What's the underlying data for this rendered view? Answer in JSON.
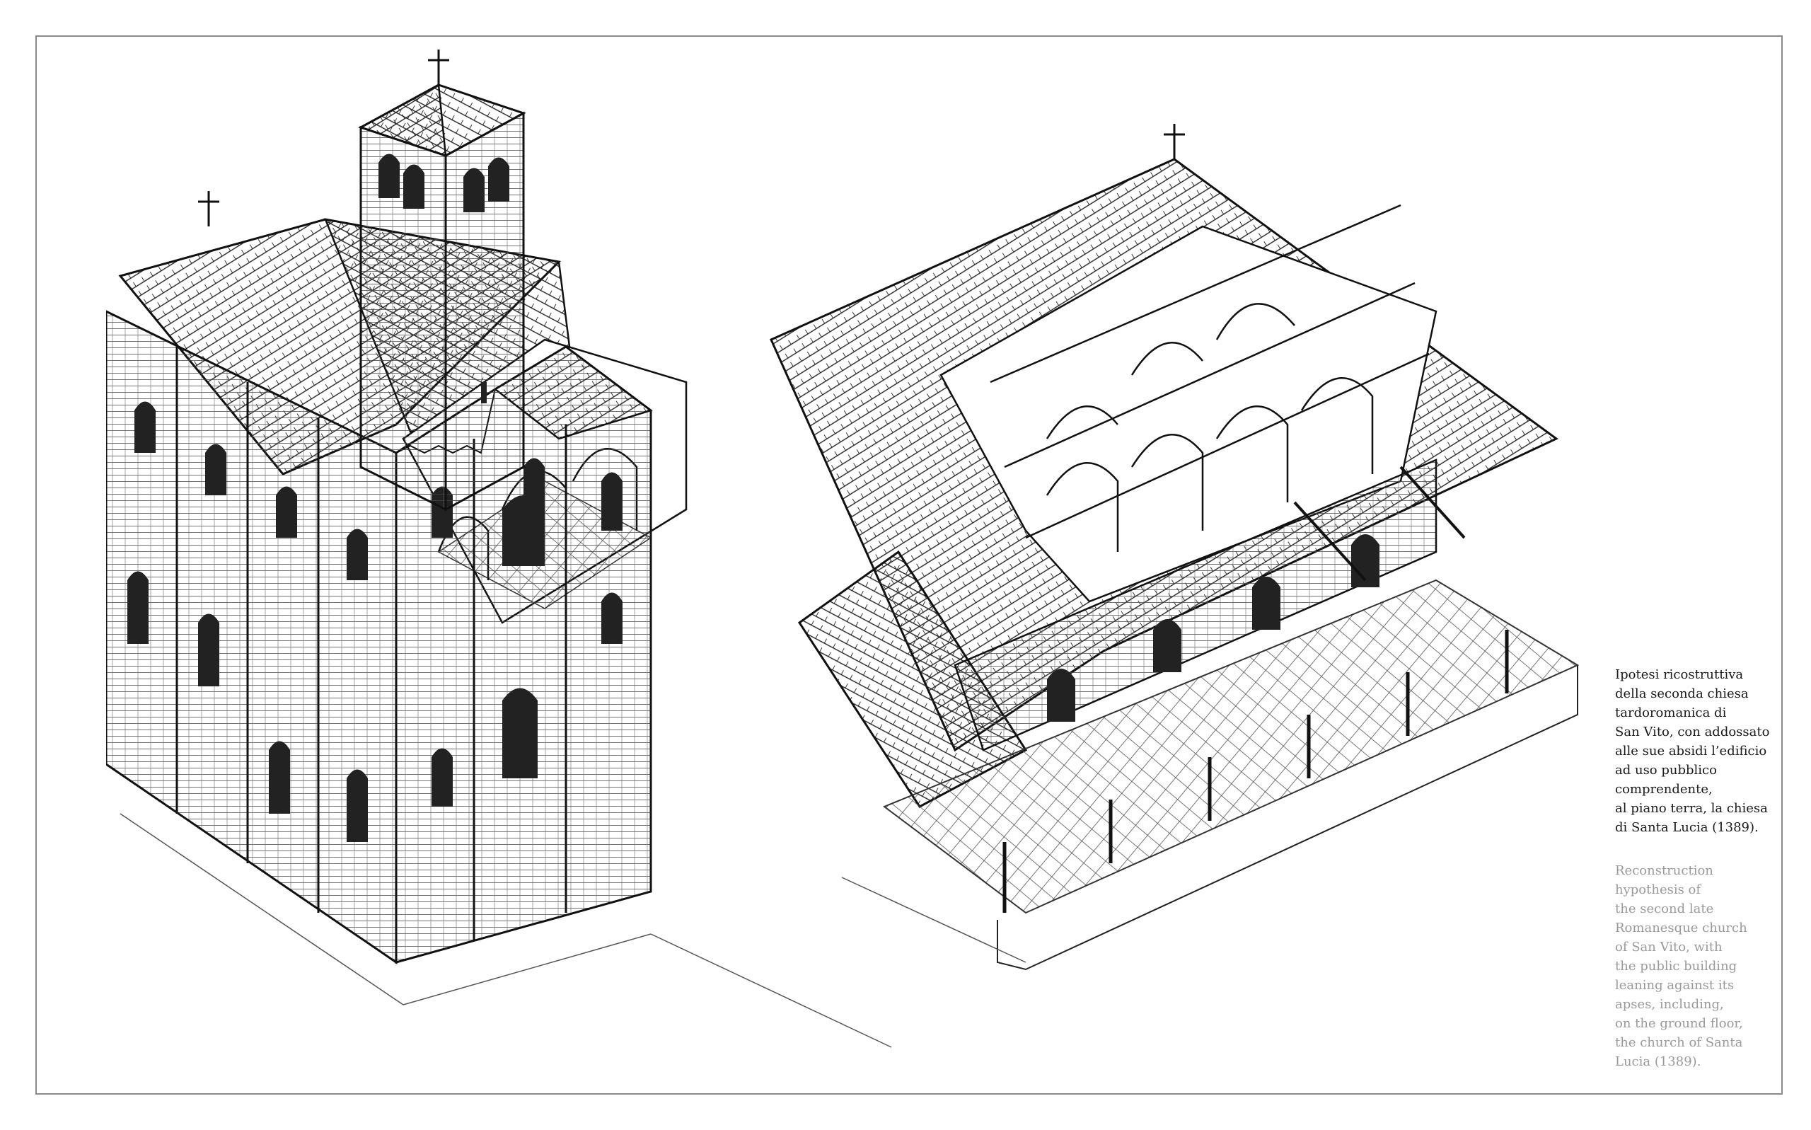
{
  "caption_it": "Ipotesi ricostruttiva\ndella seconda chiesa\ntardoromanica di\nSan Vito, con addossato\nalle sue absidi l’edificio\nad uso pubblico\ncomprendente,\nal piano terra, la chiesa\ndi Santa Lucia (1389).",
  "caption_en": "Reconstruction\nhypothesis of\nthe second late\nRomanesque church\nof San Vito, with\nthe public building\nleaning against its\napses, including,\non the ground floor,\nthe church of Santa\nLucia (1389).",
  "illustration": {
    "subject": "axonometric reconstruction drawing of a Romanesque church with bell tower and adjoining public building",
    "style": "black ink hatching on white"
  },
  "colors": {
    "ink": "#1a1a1a",
    "caption_secondary": "#9a9a9a",
    "frame": "#8a8a8a"
  }
}
